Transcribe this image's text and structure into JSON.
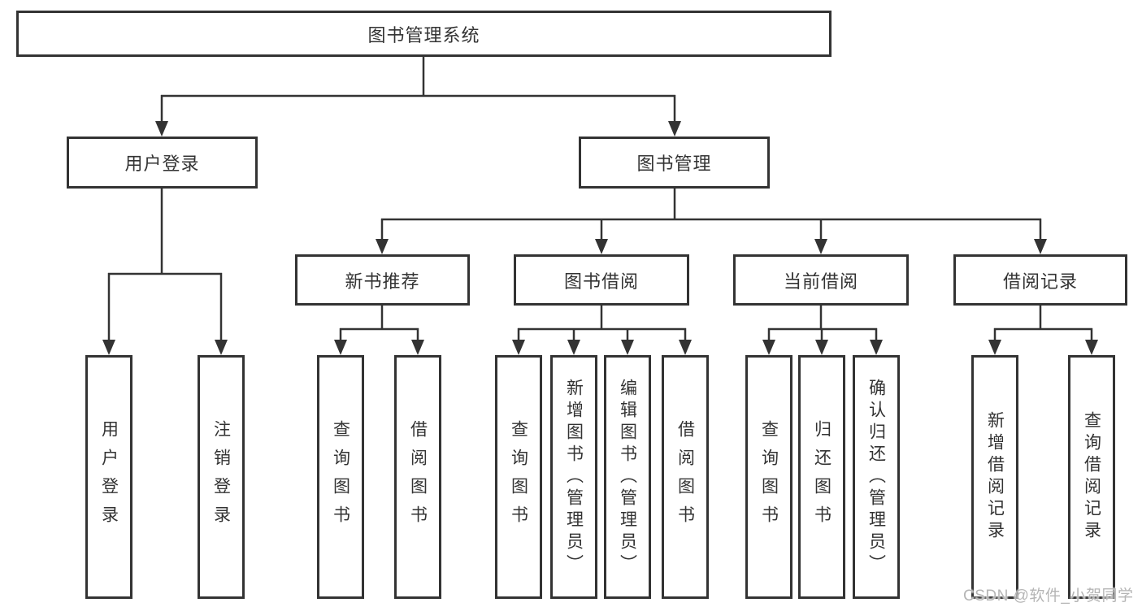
{
  "tree": {
    "root": {
      "label": "图书管理系统"
    },
    "children": [
      {
        "label": "用户登录",
        "children": [
          {
            "label": "用户登录"
          },
          {
            "label": "注销登录"
          }
        ]
      },
      {
        "label": "图书管理",
        "children": [
          {
            "label": "新书推荐",
            "children": [
              {
                "label": "查询图书"
              },
              {
                "label": "借阅图书"
              }
            ]
          },
          {
            "label": "图书借阅",
            "children": [
              {
                "label": "查询图书"
              },
              {
                "label": "新增图书（管理员）"
              },
              {
                "label": "编辑图书（管理员）"
              },
              {
                "label": "借阅图书"
              }
            ]
          },
          {
            "label": "当前借阅",
            "children": [
              {
                "label": "查询图书"
              },
              {
                "label": "归还图书"
              },
              {
                "label": "确认归还（管理员）"
              }
            ]
          },
          {
            "label": "借阅记录",
            "children": [
              {
                "label": "新增借阅记录"
              },
              {
                "label": "查询借阅记录"
              }
            ]
          }
        ]
      }
    ]
  },
  "watermark": {
    "text": "CSDN @软件_小贺同学"
  },
  "colors": {
    "background": "#ffffff",
    "line": "#333333",
    "box_border": "#333333",
    "text": "#333333",
    "watermark_text": "#b5b5b5"
  }
}
